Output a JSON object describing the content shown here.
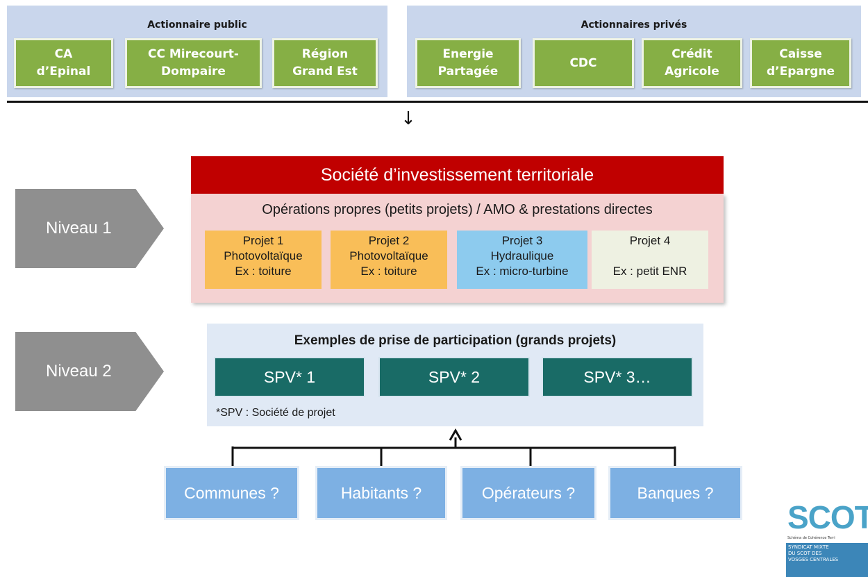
{
  "public_panel": {
    "title": "Actionnaire public",
    "items": [
      "CA\nd’Epinal",
      "CC Mirecourt-\nDompaire",
      "Région\nGrand Est"
    ]
  },
  "private_panel": {
    "title": "Actionnaires privés",
    "items": [
      "Energie\nPartagée",
      "CDC",
      "Crédit\nAgricole",
      "Caisse\nd’Epargne"
    ]
  },
  "connector_arrow": "↓",
  "level1": {
    "arrow_label": "Niveau 1",
    "header": "Société d’investissement territoriale",
    "subtitle": "Opérations propres (petits projets) / AMO & prestations directes",
    "projects": [
      {
        "text": "Projet 1\nPhotovoltaïque\nEx : toiture",
        "color": "#f9be58"
      },
      {
        "text": "Projet 2\nPhotovoltaïque\nEx : toiture",
        "color": "#f9be58"
      },
      {
        "text": "Projet 3\nHydraulique\nEx : micro-turbine",
        "color": "#8dcbee"
      },
      {
        "text": "Projet 4\n\nEx : petit ENR",
        "color": "#eef1e2"
      }
    ]
  },
  "level2": {
    "arrow_label": "Niveau 2",
    "title": "Exemples de prise de participation (grands projets)",
    "spv": [
      "SPV* 1",
      "SPV* 2",
      "SPV* 3…"
    ],
    "footnote": "*SPV : Société de projet"
  },
  "stakeholders": [
    "Communes ?",
    "Habitants ?",
    "Opérateurs ?",
    "Banques ?"
  ],
  "logo": {
    "wordmark": "SCOT",
    "tagline": "Schéma de Cohérence Terri",
    "band": "SYNDICAT MIXTE\nDU SCOT DES\nVOSGES CENTRALES"
  },
  "colors": {
    "green_box": "#86af45",
    "panel_blue": "#c9d6ec",
    "red_header": "#c00000",
    "pink_body": "#f4d2d2",
    "spv_teal": "#196b66",
    "stakeholder_blue": "#7db0e3",
    "niveau_gray": "#8f8f8f"
  }
}
